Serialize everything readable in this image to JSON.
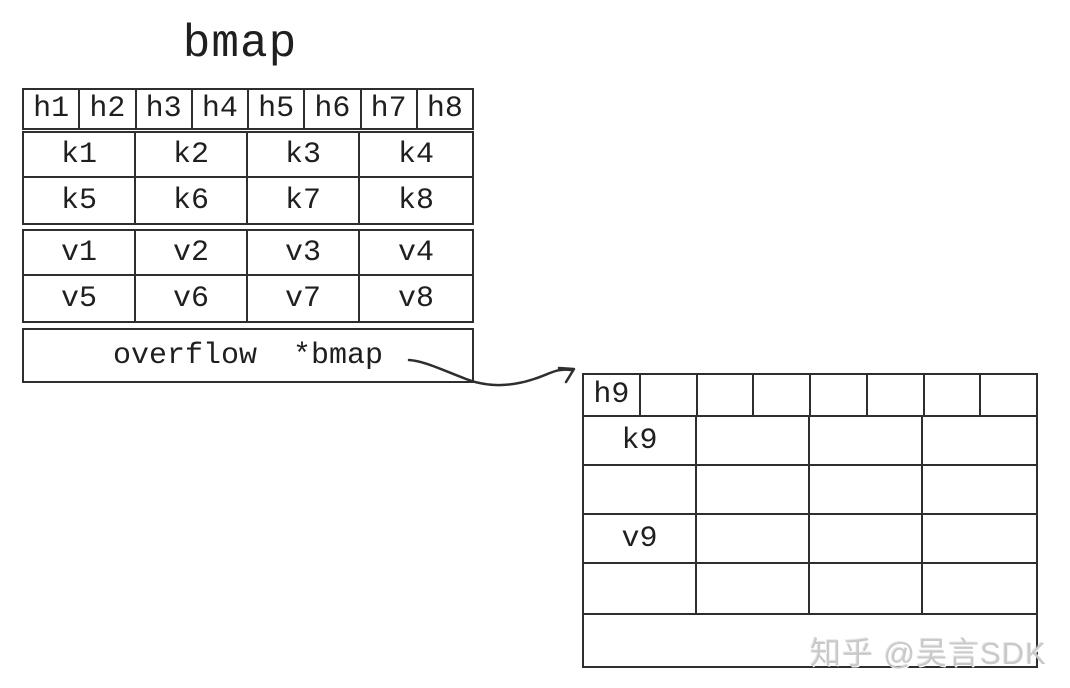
{
  "diagram": {
    "title": "bmap",
    "main_bucket": {
      "tophash": [
        "h1",
        "h2",
        "h3",
        "h4",
        "h5",
        "h6",
        "h7",
        "h8"
      ],
      "keys": [
        "k1",
        "k2",
        "k3",
        "k4",
        "k5",
        "k6",
        "k7",
        "k8"
      ],
      "values": [
        "v1",
        "v2",
        "v3",
        "v4",
        "v5",
        "v6",
        "v7",
        "v8"
      ],
      "overflow_label": "overflow  *bmap"
    },
    "overflow_bucket": {
      "tophash": [
        "h9",
        "",
        "",
        "",
        "",
        "",
        "",
        ""
      ],
      "cells": [
        "k9",
        "",
        "",
        "",
        "",
        "",
        "",
        "",
        "v9",
        "",
        "",
        "",
        "",
        "",
        "",
        ""
      ],
      "overflow_label": ""
    },
    "colors": {
      "line": "#2e2e2e",
      "text": "#1f1f1f",
      "watermark": "#c9c9c9",
      "background": "#ffffff"
    }
  },
  "watermark": {
    "text": "知乎 @吴言SDK"
  }
}
